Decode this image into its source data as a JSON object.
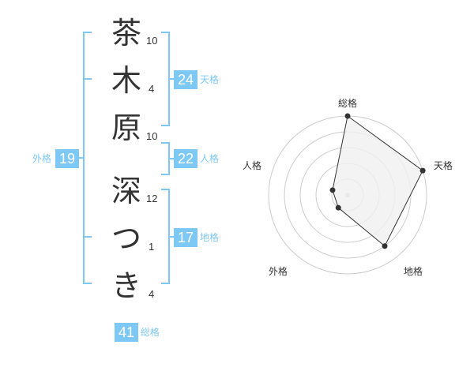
{
  "characters": [
    {
      "char": "茶",
      "strokes": "10"
    },
    {
      "char": "木",
      "strokes": "4"
    },
    {
      "char": "原",
      "strokes": "10"
    },
    {
      "char": "深",
      "strokes": "12"
    },
    {
      "char": "つ",
      "strokes": "1"
    },
    {
      "char": "き",
      "strokes": "4"
    }
  ],
  "scores": {
    "tenkaku": {
      "label": "天格",
      "value": "24"
    },
    "jinkaku": {
      "label": "人格",
      "value": "22"
    },
    "chikaku": {
      "label": "地格",
      "value": "17"
    },
    "gaikaku": {
      "label": "外格",
      "value": "19"
    },
    "soukaku": {
      "label": "総格",
      "value": "41"
    }
  },
  "colors": {
    "accent": "#7ec8f5",
    "text": "#333333",
    "bracket": "#7ec8f5",
    "radar_ring": "#cccccc",
    "radar_fill": "#f0f0f0",
    "radar_line": "#333333"
  },
  "radar_chart": {
    "axes": [
      {
        "key": "soukaku",
        "label": "総格"
      },
      {
        "key": "tenkaku",
        "label": "天格"
      },
      {
        "key": "chikaku",
        "label": "地格"
      },
      {
        "key": "gaikaku",
        "label": "外格"
      },
      {
        "key": "jinkaku",
        "label": "人格"
      }
    ],
    "rings": 5,
    "max_level": 5,
    "levels": [
      5,
      5,
      4,
      1,
      1
    ]
  }
}
